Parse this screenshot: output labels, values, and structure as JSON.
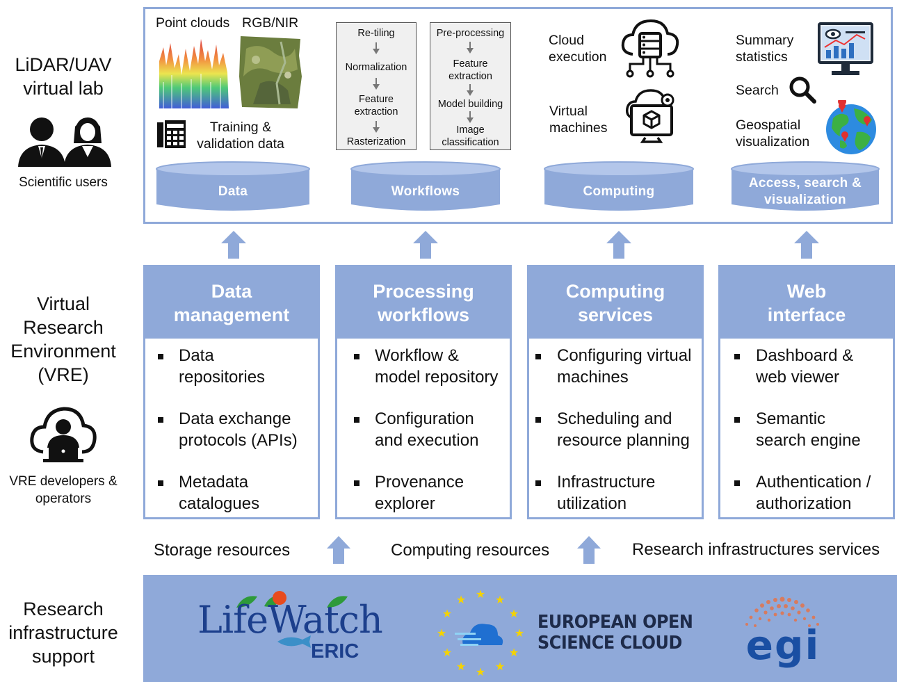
{
  "colors": {
    "accent": "#8fa9d9",
    "accent_dark": "#6f8fcc",
    "box_fill": "#f0f0f0"
  },
  "side": {
    "lab_title_1": "LiDAR/UAV",
    "lab_title_2": "virtual lab",
    "lab_users": "Scientific users",
    "vre_1": "Virtual",
    "vre_2": "Research",
    "vre_3": "Environment",
    "vre_4": "(VRE)",
    "vre_dev_1": "VRE developers &",
    "vre_dev_2": "operators",
    "ri_1": "Research",
    "ri_2": "infrastructure",
    "ri_3": "support"
  },
  "lab": {
    "data": {
      "point_clouds": "Point clouds",
      "rgb_nir": "RGB/NIR",
      "training_1": "Training &",
      "training_2": "validation data",
      "label": "Data"
    },
    "workflows": {
      "box1": [
        "Re-tiling",
        "Normalization",
        "Feature",
        "extraction",
        "Rasterization"
      ],
      "box2": [
        "Pre-processing",
        "Feature",
        "extraction",
        "Model building",
        "Image",
        "classification"
      ],
      "label": "Workflows"
    },
    "computing": {
      "cloud_1": "Cloud",
      "cloud_2": "execution",
      "vm_1": "Virtual",
      "vm_2": "machines",
      "label": "Computing"
    },
    "access": {
      "summary_1": "Summary",
      "summary_2": "statistics",
      "search": "Search",
      "geo_1": "Geospatial",
      "geo_2": "visualization",
      "label_1": "Access, search &",
      "label_2": "visualization"
    }
  },
  "vre_columns": [
    {
      "head_1": "Data",
      "head_2": "management",
      "items": [
        [
          "Data",
          "repositories"
        ],
        [
          "Data exchange",
          "protocols (APIs)"
        ],
        [
          "Metadata",
          "catalogues"
        ]
      ]
    },
    {
      "head_1": "Processing",
      "head_2": "workflows",
      "items": [
        [
          "Workflow &",
          "model repository"
        ],
        [
          "Configuration",
          "and execution"
        ],
        [
          "Provenance",
          "explorer"
        ]
      ]
    },
    {
      "head_1": "Computing",
      "head_2": "services",
      "items": [
        [
          "Configuring virtual",
          "machines"
        ],
        [
          "Scheduling and",
          "resource planning"
        ],
        [
          "Infrastructure",
          "utilization"
        ]
      ]
    },
    {
      "head_1": "Web",
      "head_2": "interface",
      "items": [
        [
          "Dashboard &",
          "web viewer"
        ],
        [
          "Semantic",
          "search engine"
        ],
        [
          "Authentication /",
          "authorization"
        ]
      ]
    }
  ],
  "resources": {
    "storage": "Storage resources",
    "computing": "Computing resources",
    "ri_services": "Research infrastructures services"
  },
  "logos": {
    "lifewatch_1": "LifeWatch",
    "lifewatch_2": "ERIC",
    "eosc_1": "EUROPEAN OPEN",
    "eosc_2": "SCIENCE CLOUD",
    "egi": "egi"
  }
}
